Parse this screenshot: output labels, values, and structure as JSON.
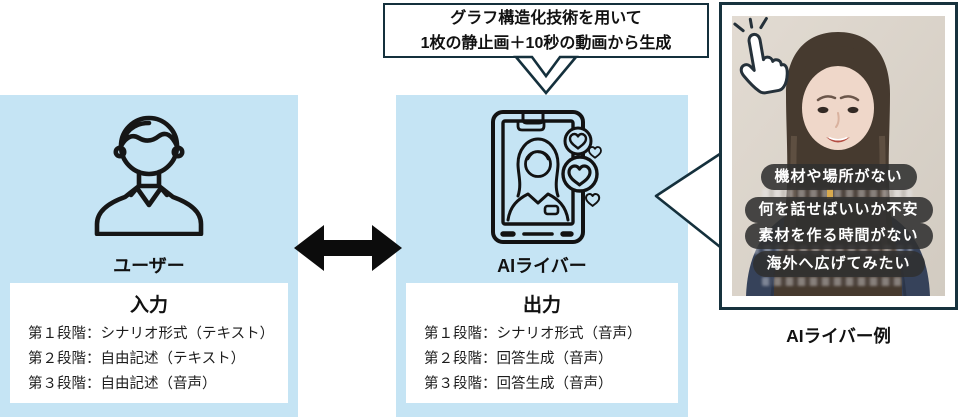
{
  "colors": {
    "panel_blue": "#c5e4f4",
    "outline_navy": "#14303c",
    "icon_black": "#1a1a1a",
    "chip_bg": "#303030",
    "chip_text": "#ffffff"
  },
  "callout": {
    "line1": "グラフ構造化技術を用いて",
    "line2": "1枚の静止画＋10秒の動画から生成"
  },
  "user_panel": {
    "label": "ユーザー",
    "box_title": "入力",
    "lines": [
      "第１段階：シナリオ形式（テキスト）",
      "第２段階：自由記述（テキスト）",
      "第３段階：自由記述（音声）"
    ]
  },
  "ai_panel": {
    "label": "AIライバー",
    "box_title": "出力",
    "lines": [
      "第１段階：シナリオ形式（音声）",
      "第２段階：回答生成（音声）",
      "第３段階：回答生成（音声）"
    ]
  },
  "example": {
    "caption": "AIライバー例",
    "chips": [
      "機材や場所がない",
      "何を話せばいいか不安",
      "素材を作る時間がない",
      "海外へ広げてみたい"
    ]
  },
  "icons": {
    "user": "user-icon",
    "ai_liver": "smartphone-heart-icon",
    "exchange": "double-arrow-icon",
    "generate": "down-chevron-icon",
    "tap": "tap-hand-icon",
    "pointer": "speech-pointer"
  }
}
